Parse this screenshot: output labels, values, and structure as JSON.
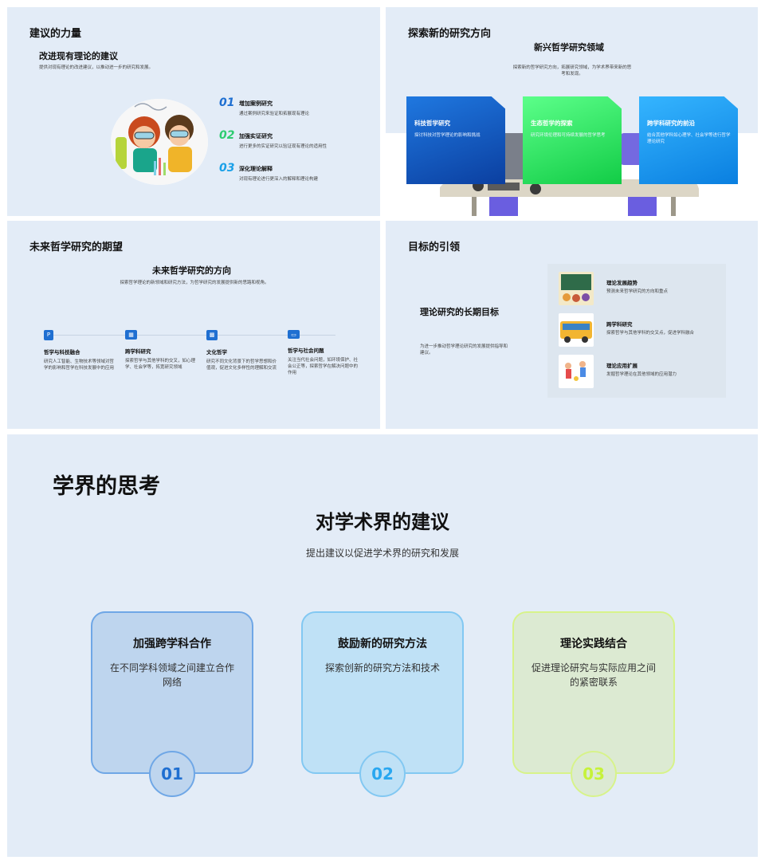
{
  "slide1": {
    "title": "建议的力量",
    "subtitle": "改进现有理论的建议",
    "desc": "提供对现有理论的改进建议，以推动进一步的研究和发展。",
    "items": [
      {
        "num": "01",
        "title": "增加案例研究",
        "desc": "通过案例研究来验证和拓展现有理论",
        "color": "#1f6fd1"
      },
      {
        "num": "02",
        "title": "加强实证研究",
        "desc": "进行更多的实证研究以验证现有理论的适用性",
        "color": "#2ecc71"
      },
      {
        "num": "03",
        "title": "深化理论解释",
        "desc": "对现有理论进行更深入的解释和理论构建",
        "color": "#1aa0e8"
      }
    ]
  },
  "slide2": {
    "title": "探索新的研究方向",
    "subtitle": "新兴哲学研究领域",
    "desc": "探索新的哲学研究方向，拓展研究领域，为学术界带来新的思考和发现。",
    "cards": [
      {
        "title": "科技哲学研究",
        "desc": "探讨科技对哲学理论的影响和挑战"
      },
      {
        "title": "生态哲学的探索",
        "desc": "研究环境伦理和可持续发展的哲学思考"
      },
      {
        "title": "跨学科研究的前沿",
        "desc": "结合其他学科如心理学、社会学等进行哲学理论研究"
      }
    ]
  },
  "slide3": {
    "title": "未来哲学研究的期望",
    "subtitle": "未来哲学研究的方向",
    "desc": "探索哲学理论的新领域和研究方法，为哲学研究的发展提供新的思路和视角。",
    "items": [
      {
        "title": "哲学与科技融合",
        "desc": "研究人工智能、生物技术等领域对哲学的影响和哲学在科技发展中的应用"
      },
      {
        "title": "跨学科研究",
        "desc": "探索哲学与其他学科的交叉，如心理学、社会学等，拓宽研究领域"
      },
      {
        "title": "文化哲学",
        "desc": "研究不同文化背景下的哲学思想和价值观，促进文化多样性的理解和交流"
      },
      {
        "title": "哲学与社会问题",
        "desc": "关注当代社会问题，如环境保护、社会公正等，探索哲学在解决问题中的作用"
      }
    ]
  },
  "slide4": {
    "title": "目标的引领",
    "subtitle": "理论研究的长期目标",
    "desc": "为进一步推动哲学理论研究的发展提供指导和建议。",
    "items": [
      {
        "title": "理论发展趋势",
        "desc": "预测未来哲学研究的方向和重点"
      },
      {
        "title": "跨学科研究",
        "desc": "探索哲学与其他学科的交叉点，促进学科融合"
      },
      {
        "title": "理论应用扩展",
        "desc": "发掘哲学理论在其他领域的应用潜力"
      }
    ]
  },
  "slide5": {
    "title": "学界的思考",
    "subtitle": "对学术界的建议",
    "desc": "提出建议以促进学术界的研究和发展",
    "cards": [
      {
        "num": "01",
        "title": "加强跨学科合作",
        "desc": "在不同学科领域之间建立合作网络",
        "color": "#1f6fd1"
      },
      {
        "num": "02",
        "title": "鼓励新的研究方法",
        "desc": "探索创新的研究方法和技术",
        "color": "#29a7f0"
      },
      {
        "num": "03",
        "title": "理论实践结合",
        "desc": "促进理论研究与实际应用之间的紧密联系",
        "color": "#c6f23a"
      }
    ]
  }
}
